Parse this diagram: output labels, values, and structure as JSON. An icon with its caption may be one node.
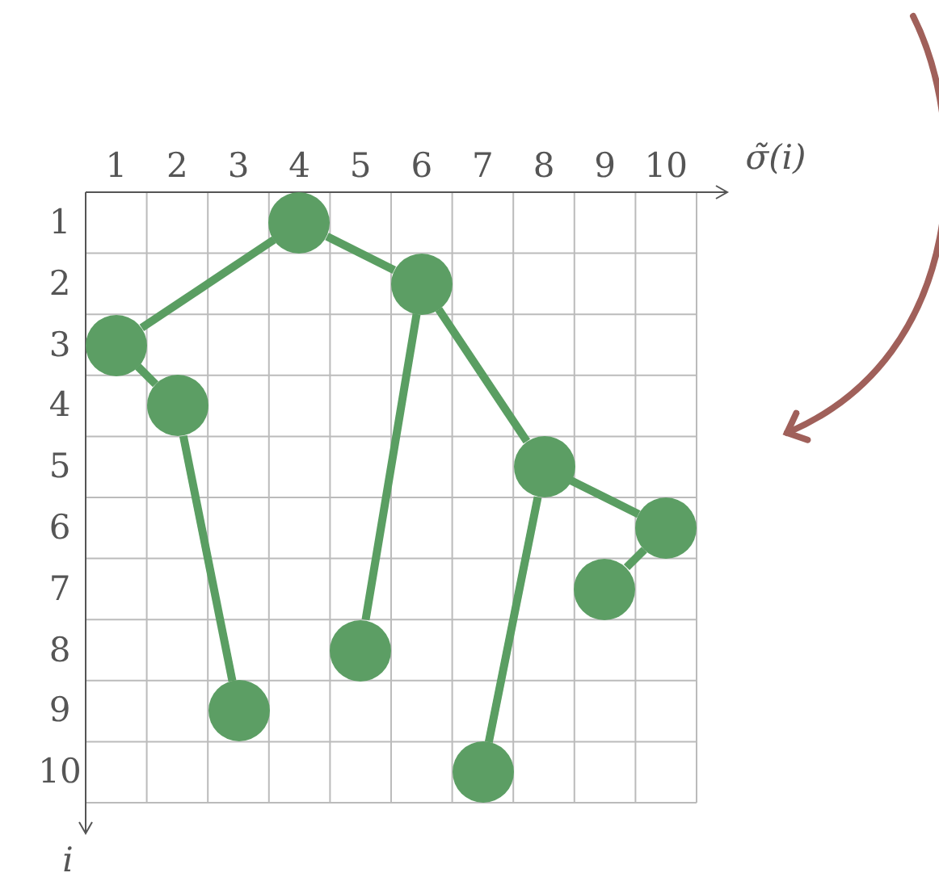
{
  "diagram": {
    "nodes": [
      {
        "text": [],
        "shape": "circle"
      },
      {
        "text": [],
        "shape": "circle"
      },
      {
        "text": [],
        "shape": "circle"
      },
      {
        "text": [],
        "shape": "circle"
      },
      {
        "text": [],
        "shape": "circle"
      },
      {
        "text": [],
        "shape": "circle"
      },
      {
        "text": [],
        "shape": "circle"
      },
      {
        "text": [],
        "shape": "circle"
      },
      {
        "text": [],
        "shape": "circle"
      },
      {
        "text": [],
        "shape": "circle"
      }
    ],
    "edges": [
      {
        "from": 0,
        "to": 3,
        "arrow": "none"
      },
      {
        "from": 0,
        "to": 1,
        "arrow": "none"
      },
      {
        "from": 1,
        "to": 2,
        "arrow": "none"
      },
      {
        "from": 3,
        "to": 5,
        "arrow": "none"
      },
      {
        "from": 5,
        "to": 4,
        "arrow": "none"
      },
      {
        "from": 5,
        "to": 7,
        "arrow": "none"
      },
      {
        "from": 7,
        "to": 6,
        "arrow": "none"
      },
      {
        "from": 7,
        "to": 9,
        "arrow": "none"
      },
      {
        "from": 9,
        "to": 8,
        "arrow": "none"
      }
    ],
    "labels": [
      "1",
      "2",
      "3",
      "4",
      "5",
      "6",
      "7",
      "8",
      "9",
      "10",
      "σ̃(i)",
      "1",
      "2",
      "3",
      "4",
      "5",
      "6",
      "7",
      "8",
      "9",
      "10",
      "i"
    ]
  }
}
